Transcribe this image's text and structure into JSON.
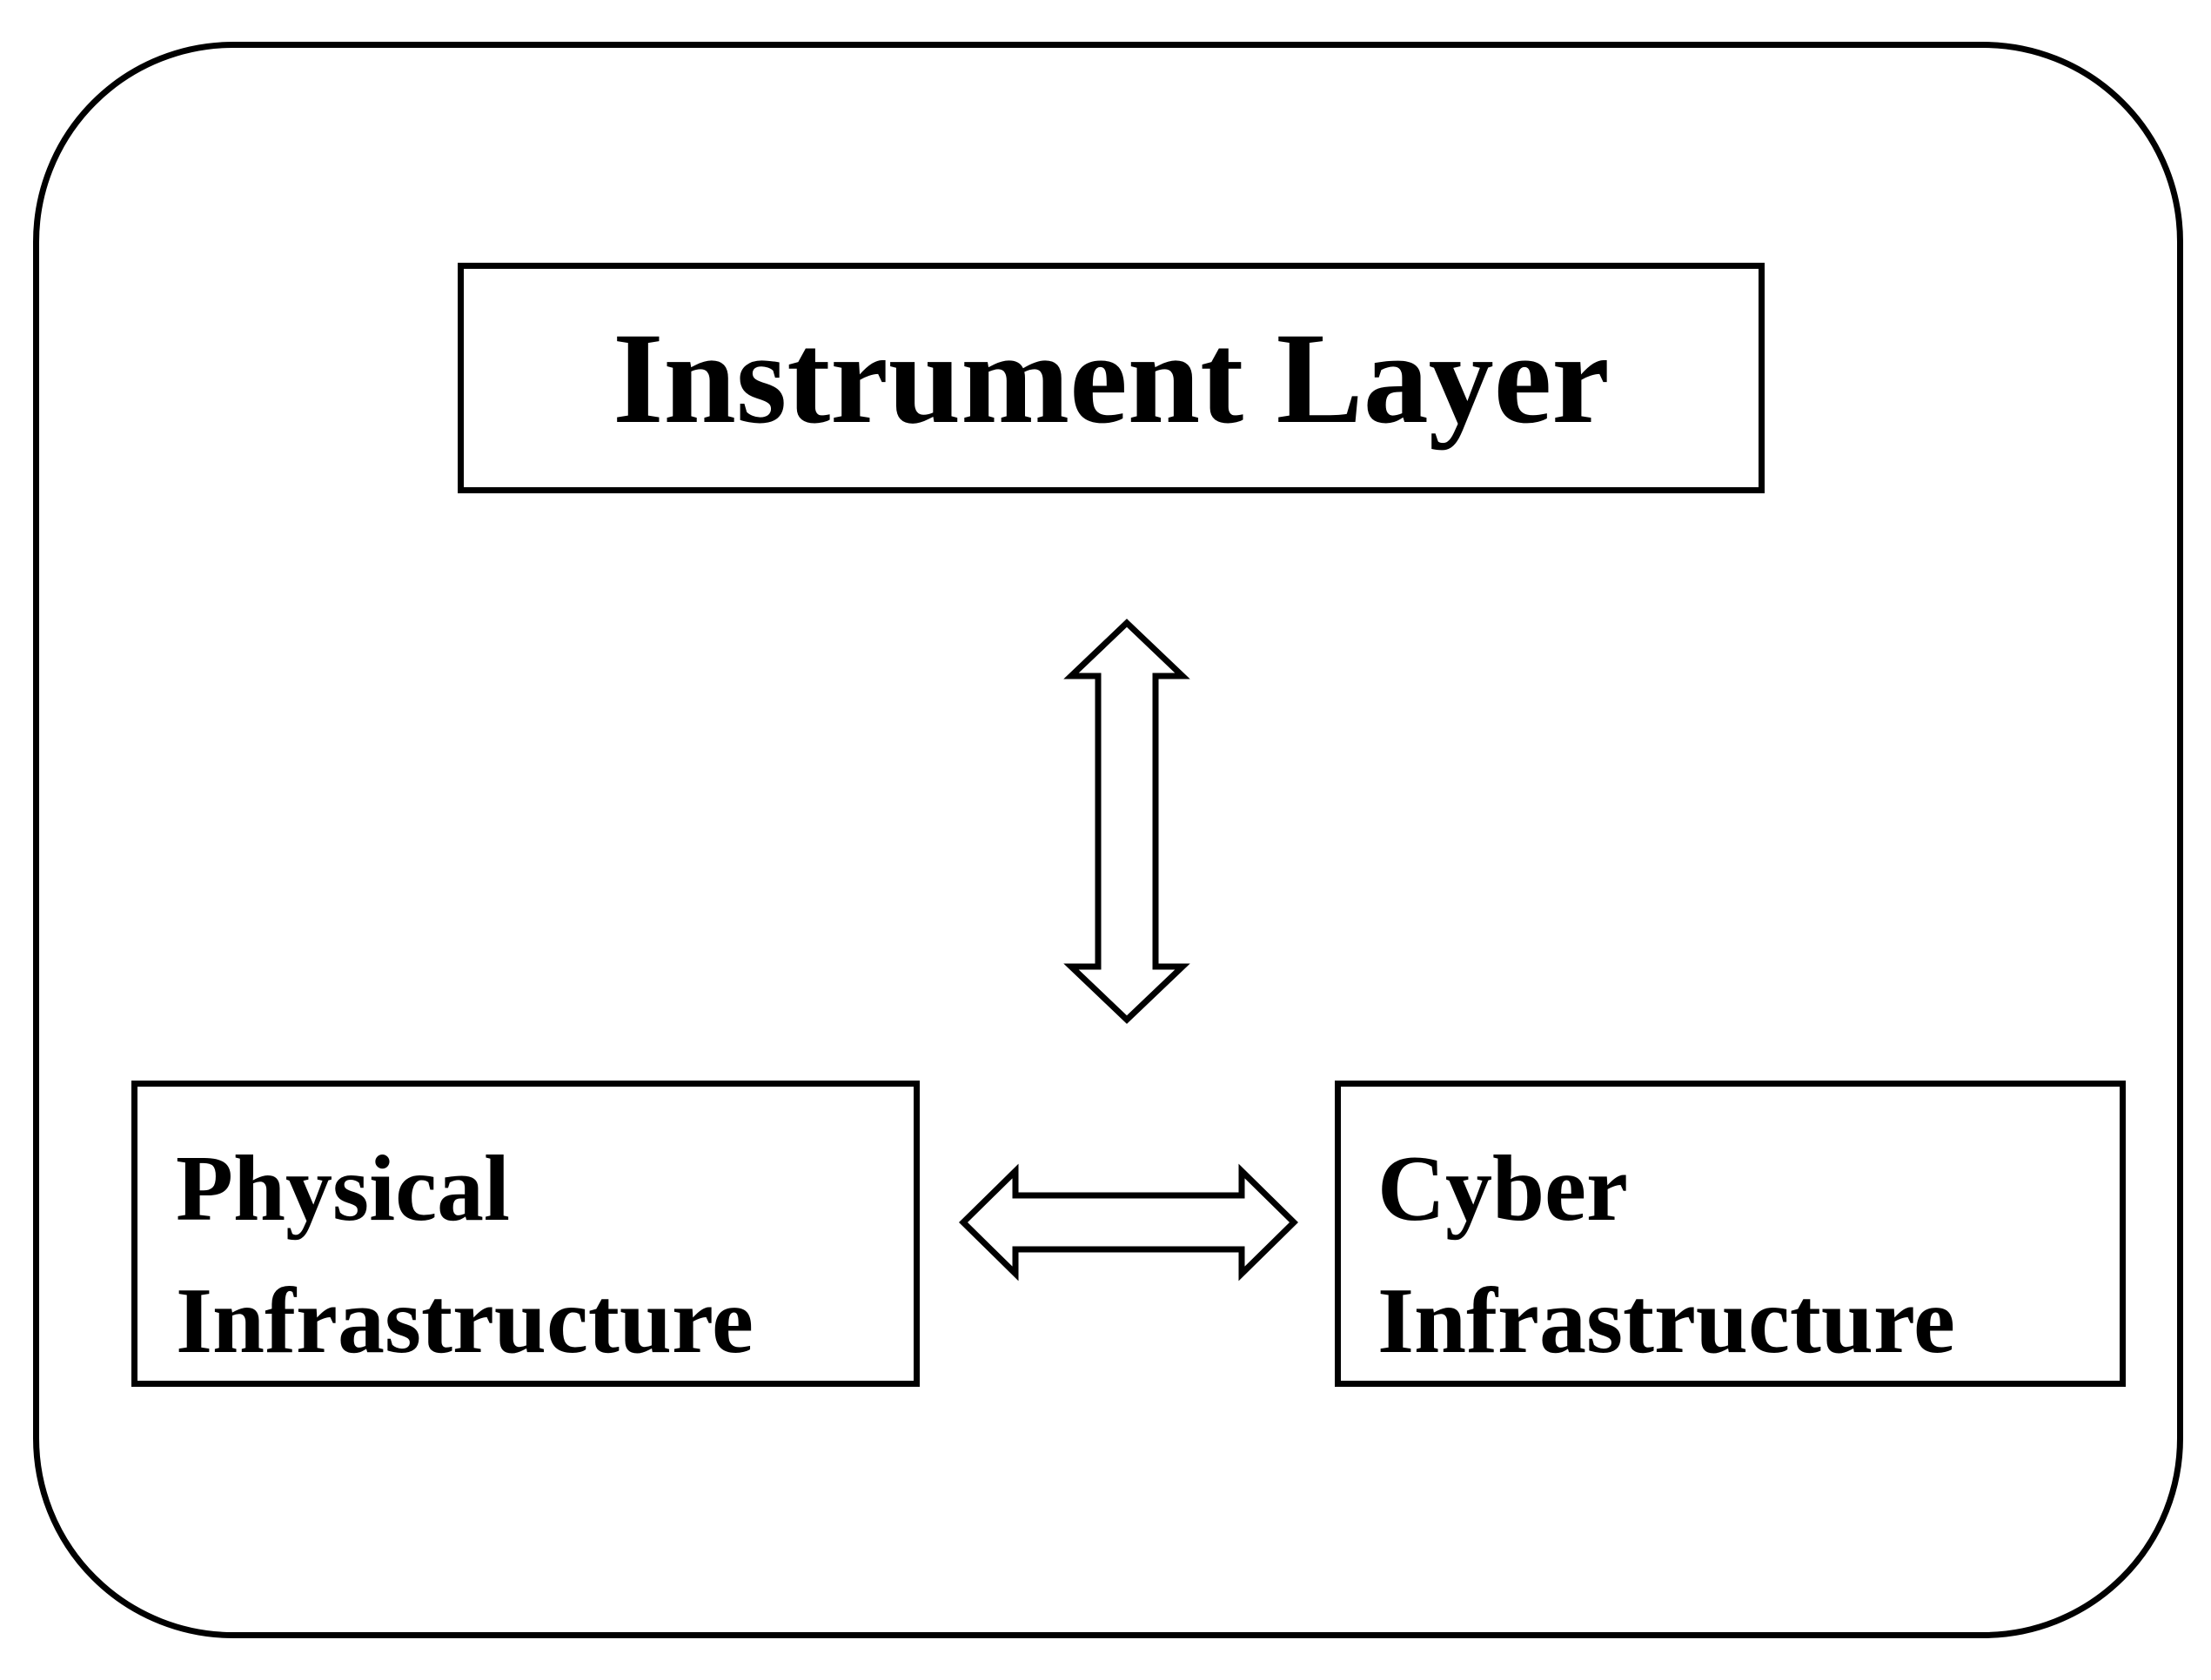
{
  "diagram": {
    "instrument_layer": {
      "label": "Instrument Layer"
    },
    "physical_infrastructure": {
      "line1": "Physical",
      "line2": "Infrastructure"
    },
    "cyber_infrastructure": {
      "line1": "Cyber",
      "line2": "Infrastructure"
    },
    "connections": [
      {
        "from": "instrument_layer",
        "to": "center",
        "type": "bidirectional-hollow-arrow"
      },
      {
        "from": "physical_infrastructure",
        "to": "cyber_infrastructure",
        "type": "bidirectional-hollow-arrow"
      }
    ],
    "colors": {
      "stroke": "#000000",
      "background": "#ffffff"
    }
  }
}
